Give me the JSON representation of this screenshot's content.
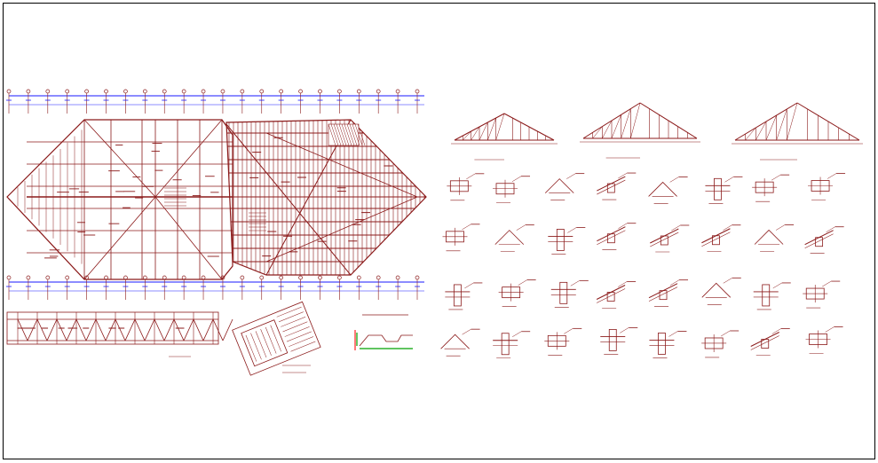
{
  "colors": {
    "frame": "#000000",
    "structure": "#8b1a1a",
    "grid_line": "#1a1aff",
    "annotation": "#7a1010",
    "accent_green": "#00a000",
    "accent_red": "#ff2020",
    "background": "#ffffff"
  },
  "drawing": {
    "grid_axes_top_count": 22,
    "grid_axes_bottom_count": 22,
    "detail_rows": 4,
    "details_per_row": 8,
    "truss_elevations": 3
  }
}
